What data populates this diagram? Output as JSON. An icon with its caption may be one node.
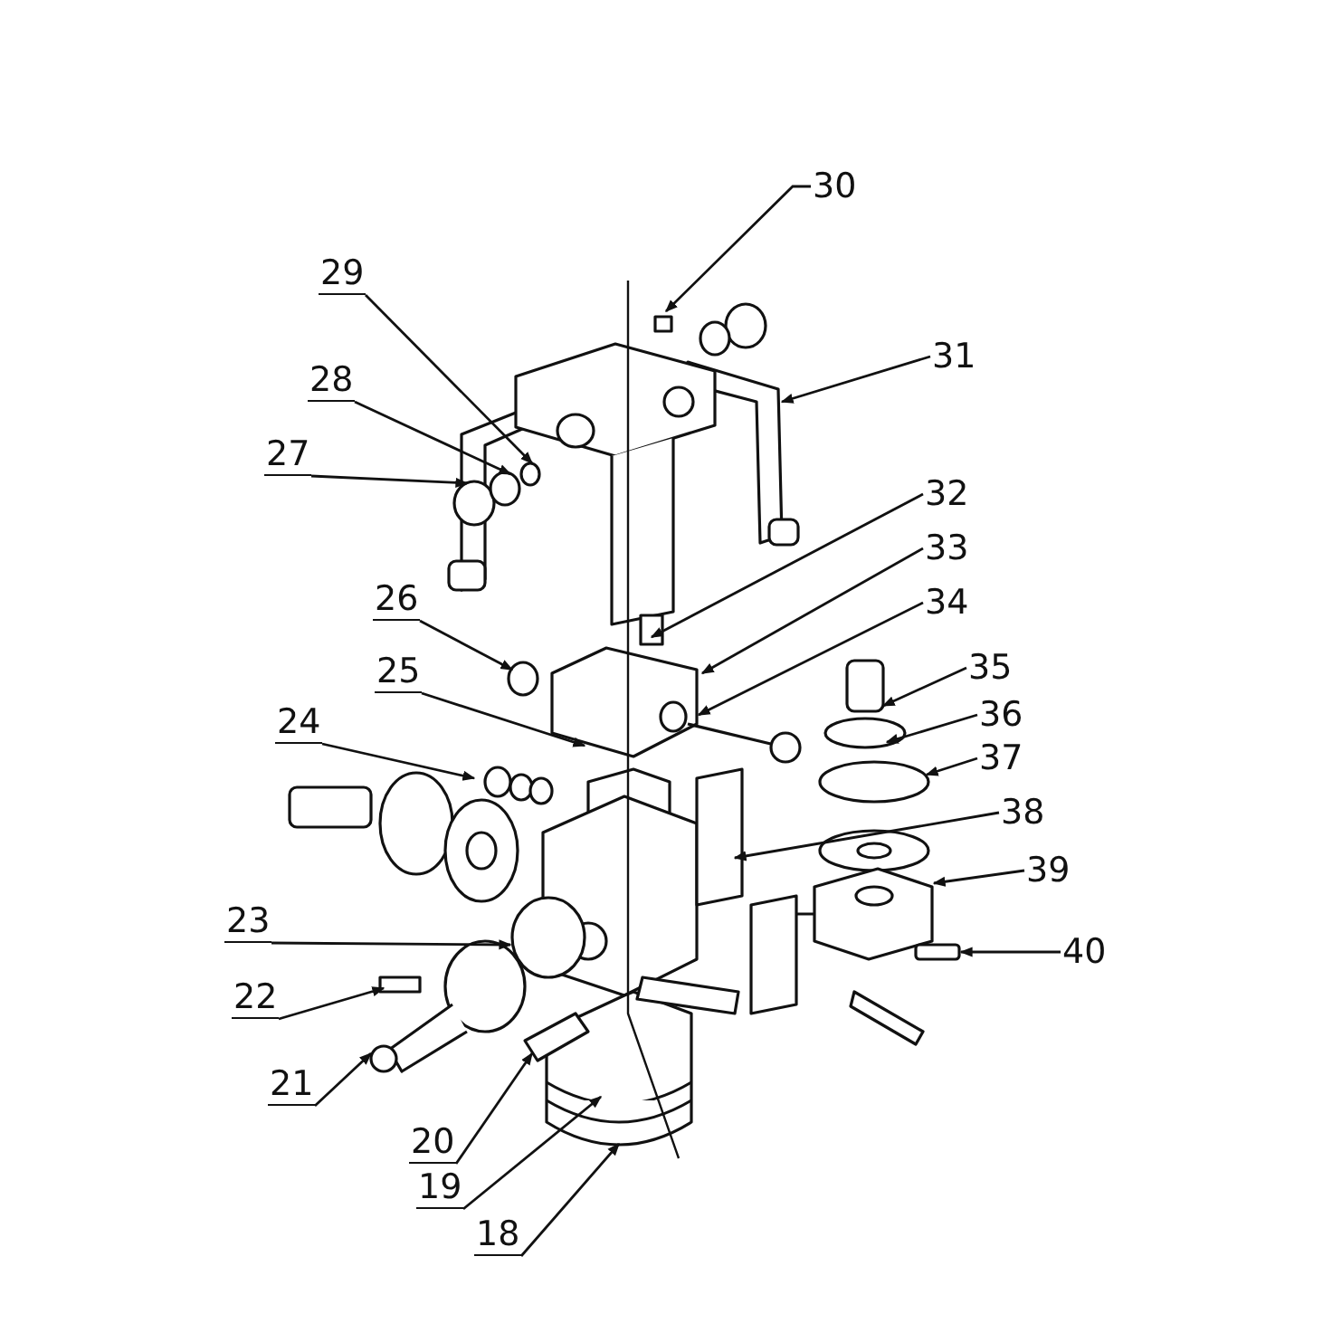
{
  "diagram": {
    "nodes": [
      {
        "text": [
          "30"
        ]
      },
      {
        "text": [
          "29"
        ]
      },
      {
        "text": [
          "31"
        ]
      },
      {
        "text": [
          "28"
        ]
      },
      {
        "text": [
          "27"
        ]
      },
      {
        "text": [
          "32"
        ]
      },
      {
        "text": [
          "33"
        ]
      },
      {
        "text": [
          "26"
        ]
      },
      {
        "text": [
          "34"
        ]
      },
      {
        "text": [
          "25"
        ]
      },
      {
        "text": [
          "35"
        ]
      },
      {
        "text": [
          "36"
        ]
      },
      {
        "text": [
          "24"
        ]
      },
      {
        "text": [
          "37"
        ]
      },
      {
        "text": [
          "38"
        ]
      },
      {
        "text": [
          "39"
        ]
      },
      {
        "text": [
          "23"
        ]
      },
      {
        "text": [
          "40"
        ]
      },
      {
        "text": [
          "22"
        ]
      },
      {
        "text": [
          "21"
        ]
      },
      {
        "text": [
          "20"
        ]
      },
      {
        "text": [
          "19"
        ]
      },
      {
        "text": [
          "18"
        ]
      }
    ],
    "edges": [
      {
        "from": 0,
        "to": null,
        "arrow": "to"
      },
      {
        "from": 1,
        "to": null,
        "arrow": "to"
      },
      {
        "from": 2,
        "to": null,
        "arrow": "to"
      },
      {
        "from": 3,
        "to": null,
        "arrow": "to"
      },
      {
        "from": 4,
        "to": null,
        "arrow": "to"
      },
      {
        "from": 5,
        "to": null,
        "arrow": "to"
      },
      {
        "from": 6,
        "to": null,
        "arrow": "to"
      },
      {
        "from": 7,
        "to": null,
        "arrow": "to"
      },
      {
        "from": 8,
        "to": null,
        "arrow": "to"
      },
      {
        "from": 9,
        "to": null,
        "arrow": "to"
      },
      {
        "from": 10,
        "to": null,
        "arrow": "to"
      },
      {
        "from": 11,
        "to": null,
        "arrow": "to"
      },
      {
        "from": 12,
        "to": null,
        "arrow": "to"
      },
      {
        "from": 13,
        "to": null,
        "arrow": "to"
      },
      {
        "from": 14,
        "to": null,
        "arrow": "to"
      },
      {
        "from": 15,
        "to": null,
        "arrow": "to"
      },
      {
        "from": 16,
        "to": null,
        "arrow": "to"
      },
      {
        "from": 17,
        "to": null,
        "arrow": "to"
      },
      {
        "from": 18,
        "to": null,
        "arrow": "to"
      },
      {
        "from": 19,
        "to": null,
        "arrow": "to"
      },
      {
        "from": 20,
        "to": null,
        "arrow": "to"
      },
      {
        "from": 21,
        "to": null,
        "arrow": "to"
      },
      {
        "from": 22,
        "to": null,
        "arrow": "to"
      }
    ]
  }
}
